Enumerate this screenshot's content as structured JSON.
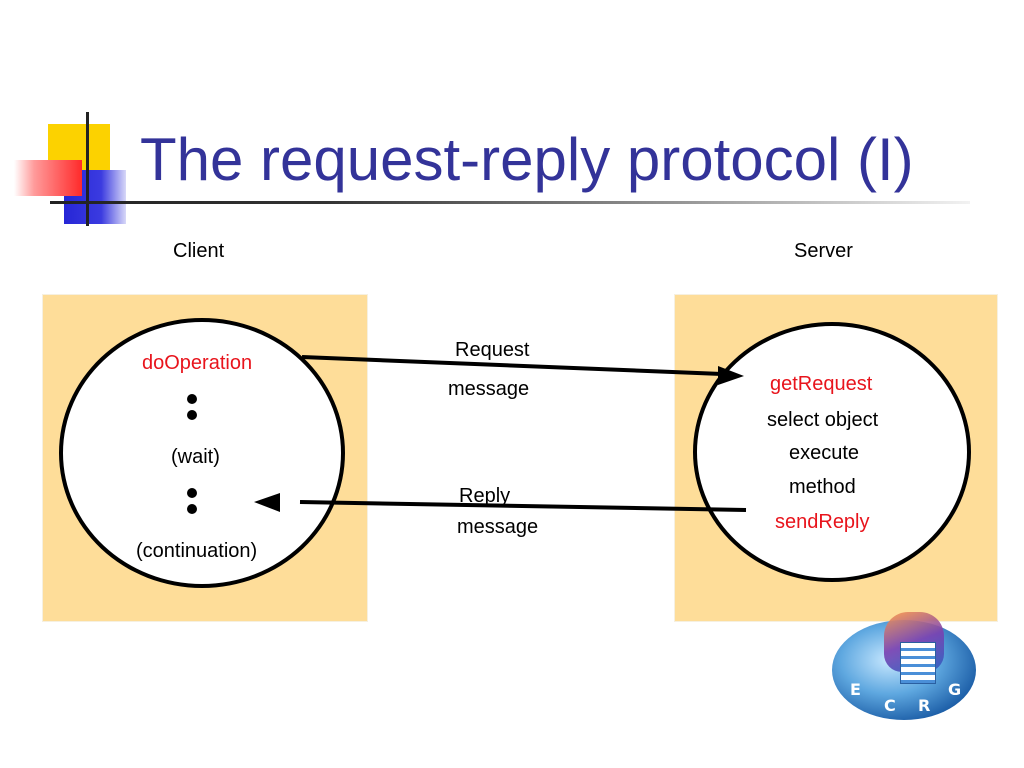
{
  "title": "The request-reply protocol (I)",
  "client": {
    "header": "Client",
    "operation": "doOperation",
    "wait": "(wait)",
    "continuation": "(continuation)"
  },
  "server": {
    "header": "Server",
    "get_request": "getRequest",
    "select_object": "select object",
    "execute": "execute",
    "method": "method",
    "send_reply": "sendReply"
  },
  "messages": {
    "request_line1": "Request",
    "request_line2": "message",
    "reply_line1": "Reply",
    "reply_line2": "message"
  },
  "logo": {
    "letters": [
      "E",
      "C",
      "R",
      "G"
    ]
  },
  "colors": {
    "title": "#333399",
    "highlight": "#e8141c",
    "box_fill": "#fedd99"
  }
}
